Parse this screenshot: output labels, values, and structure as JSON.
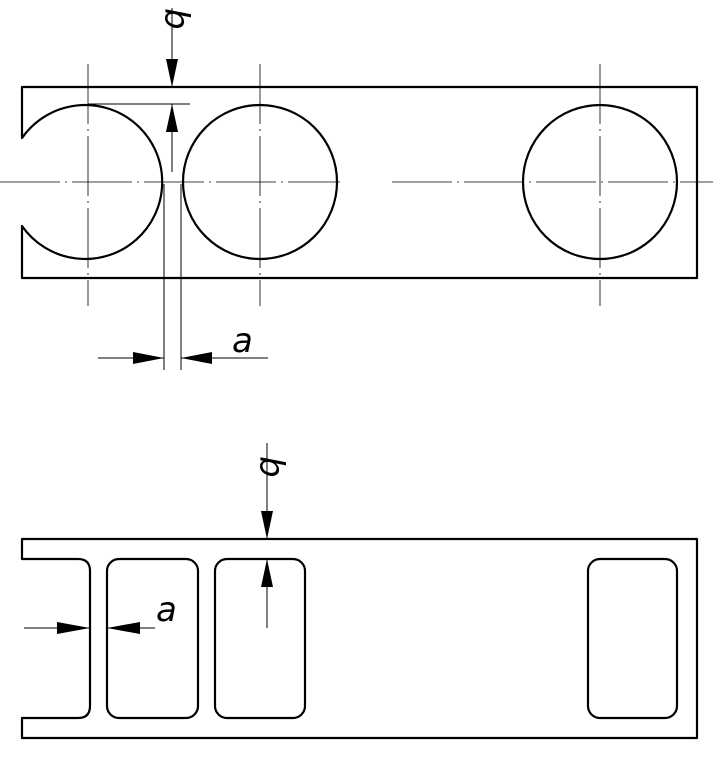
{
  "top_view": {
    "dim_gap_label": "a",
    "dim_edge_label": "b"
  },
  "bottom_view": {
    "dim_gap_label": "a",
    "dim_edge_label": "b"
  }
}
